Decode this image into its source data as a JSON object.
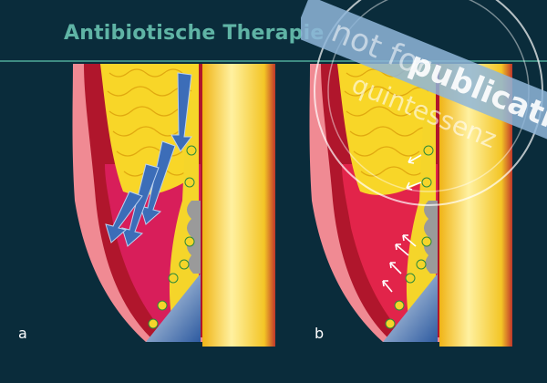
{
  "title": "Antibiotische Therapie",
  "panels": [
    {
      "label": "a"
    },
    {
      "label": "b"
    }
  ],
  "stamp": {
    "band_text": "publication",
    "faded_text": "not for",
    "lower_text": "quintessenz"
  },
  "colors": {
    "background": "#0a2c3b",
    "title": "#5fb4a5",
    "gingiva": "#d6194f",
    "bone": "#f6d21a",
    "tooth": "#f4c21f",
    "arrow": "#3c6db8"
  }
}
